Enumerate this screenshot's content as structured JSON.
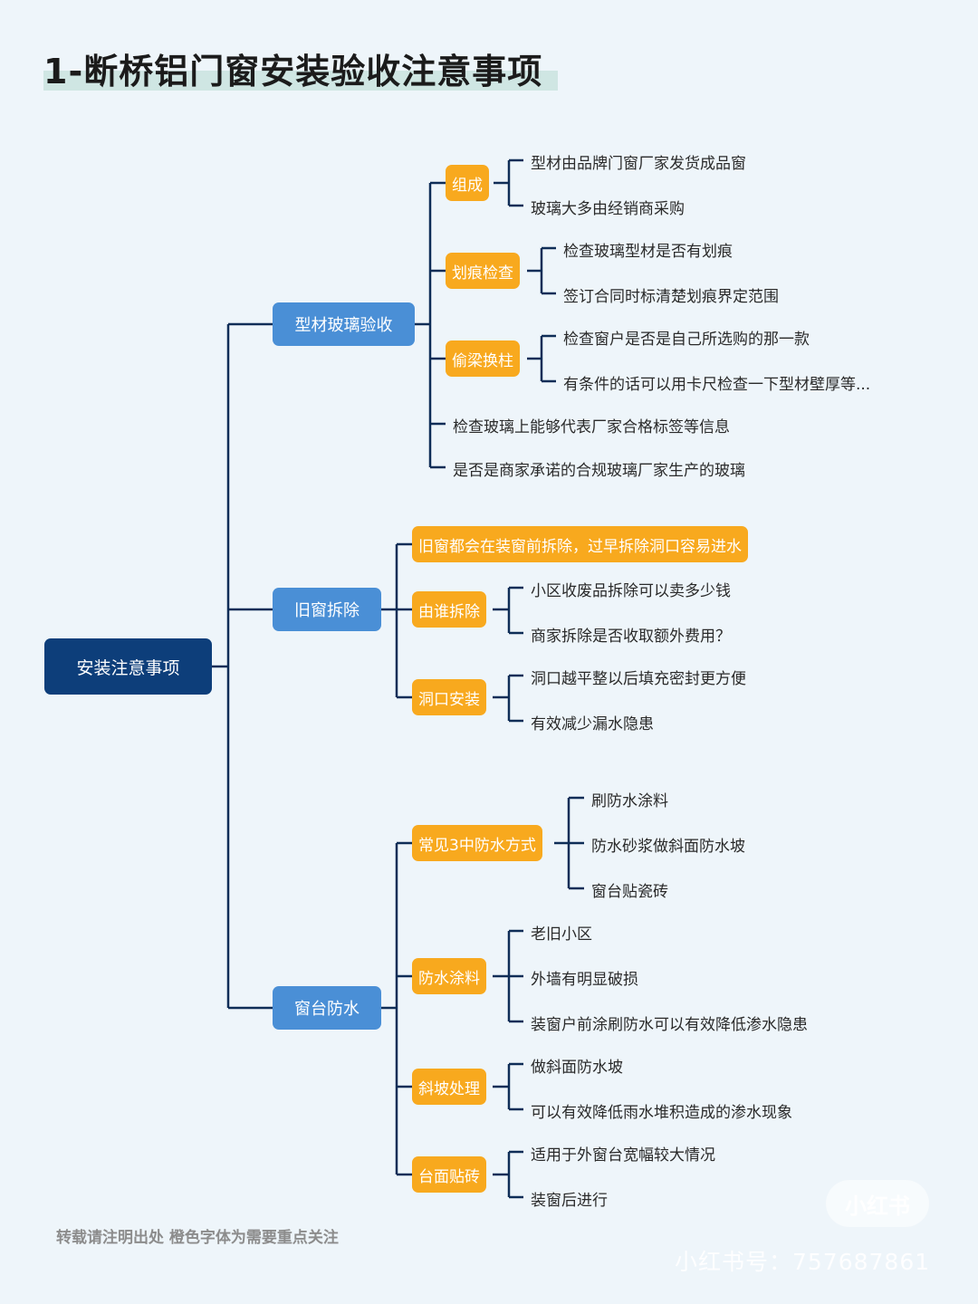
{
  "title": "1-断桥铝门窗安装验收注意事项",
  "root": "安装注意事项",
  "branches": {
    "profile_glass": {
      "label": "型材玻璃验收",
      "composition": {
        "label": "组成",
        "items": [
          "型材由品牌门窗厂家发货成品窗",
          "玻璃大多由经销商采购"
        ]
      },
      "scratch": {
        "label": "划痕检查",
        "items": [
          "检查玻璃型材是否有划痕",
          "签订合同时标清楚划痕界定范围"
        ]
      },
      "swap": {
        "label": "偷梁换柱",
        "items": [
          "检查窗户是否是自己所选购的那一款",
          "有条件的话可以用卡尺检查一下型材壁厚等..."
        ]
      },
      "leaves": [
        "检查玻璃上能够代表厂家合格标签等信息",
        "是否是商家承诺的合规玻璃厂家生产的玻璃"
      ]
    },
    "removal": {
      "label": "旧窗拆除",
      "warning": "旧窗都会在装窗前拆除，过早拆除洞口容易进水",
      "who": {
        "label": "由谁拆除",
        "items": [
          "小区收废品拆除可以卖多少钱",
          "商家拆除是否收取额外费用？"
        ]
      },
      "opening": {
        "label": "洞口安装",
        "items": [
          "洞口越平整以后填充密封更方便",
          "有效减少漏水隐患"
        ]
      }
    },
    "waterproof": {
      "label": "窗台防水",
      "methods": {
        "label": "常见3中防水方式",
        "items": [
          "刷防水涂料",
          "防水砂浆做斜面防水坡",
          "窗台贴瓷砖"
        ]
      },
      "coating": {
        "label": "防水涂料",
        "items": [
          "老旧小区",
          "外墙有明显破损",
          "装窗户前涂刷防水可以有效降低渗水隐患"
        ]
      },
      "slope": {
        "label": "斜坡处理",
        "items": [
          "做斜面防水坡",
          "可以有效降低雨水堆积造成的渗水现象"
        ]
      },
      "tile": {
        "label": "台面贴砖",
        "items": [
          "适用于外窗台宽幅较大情况",
          "装窗后进行"
        ]
      }
    }
  },
  "footer": "转载请注明出处  橙色字体为需要重点关注",
  "watermark": {
    "badge": "小红书",
    "id": "小红书号：757687861"
  },
  "colors": {
    "root": "#0d3e7a",
    "level1": "#4a8fd6",
    "level2": "#f8a91e",
    "line": "#0e2d57",
    "background": "#eef5fa"
  }
}
